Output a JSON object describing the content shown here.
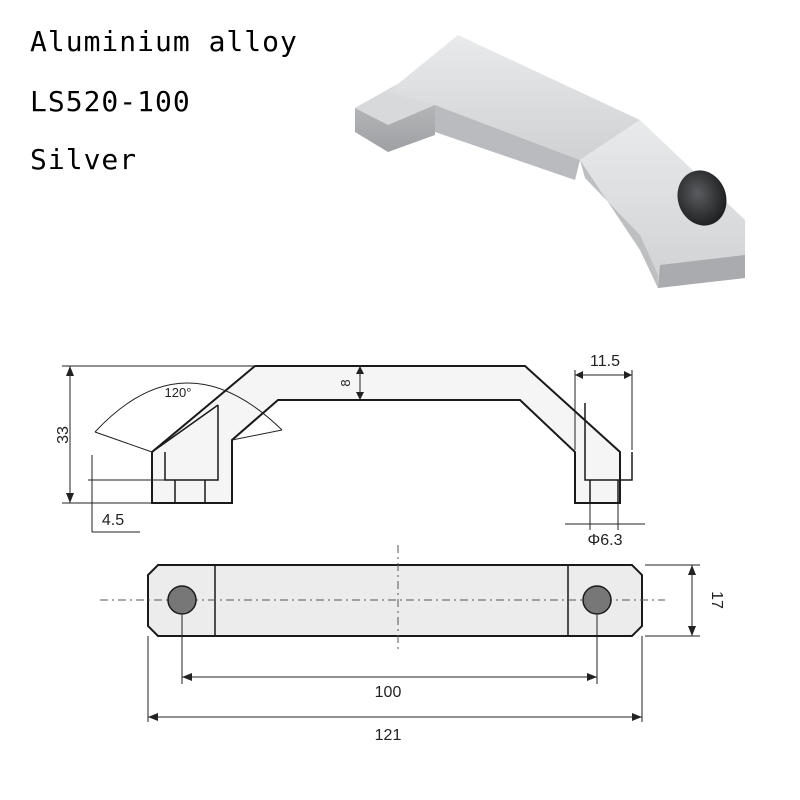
{
  "specs": {
    "material": "Aluminium alloy",
    "model": "LS520-100",
    "color": "Silver"
  },
  "dimensions": {
    "height": "33",
    "angle": "120°",
    "grip_thickness": "8",
    "foot_width": "11.5",
    "base_offset": "4.5",
    "hole_diameter": "Φ6.3",
    "depth": "17",
    "hole_spacing": "100",
    "overall_length": "121"
  },
  "colors": {
    "outline": "#1a1a1a",
    "body_fill": "#e6e6e6",
    "hole_fill": "#777777",
    "photo_silver": "#c9cbcd"
  }
}
